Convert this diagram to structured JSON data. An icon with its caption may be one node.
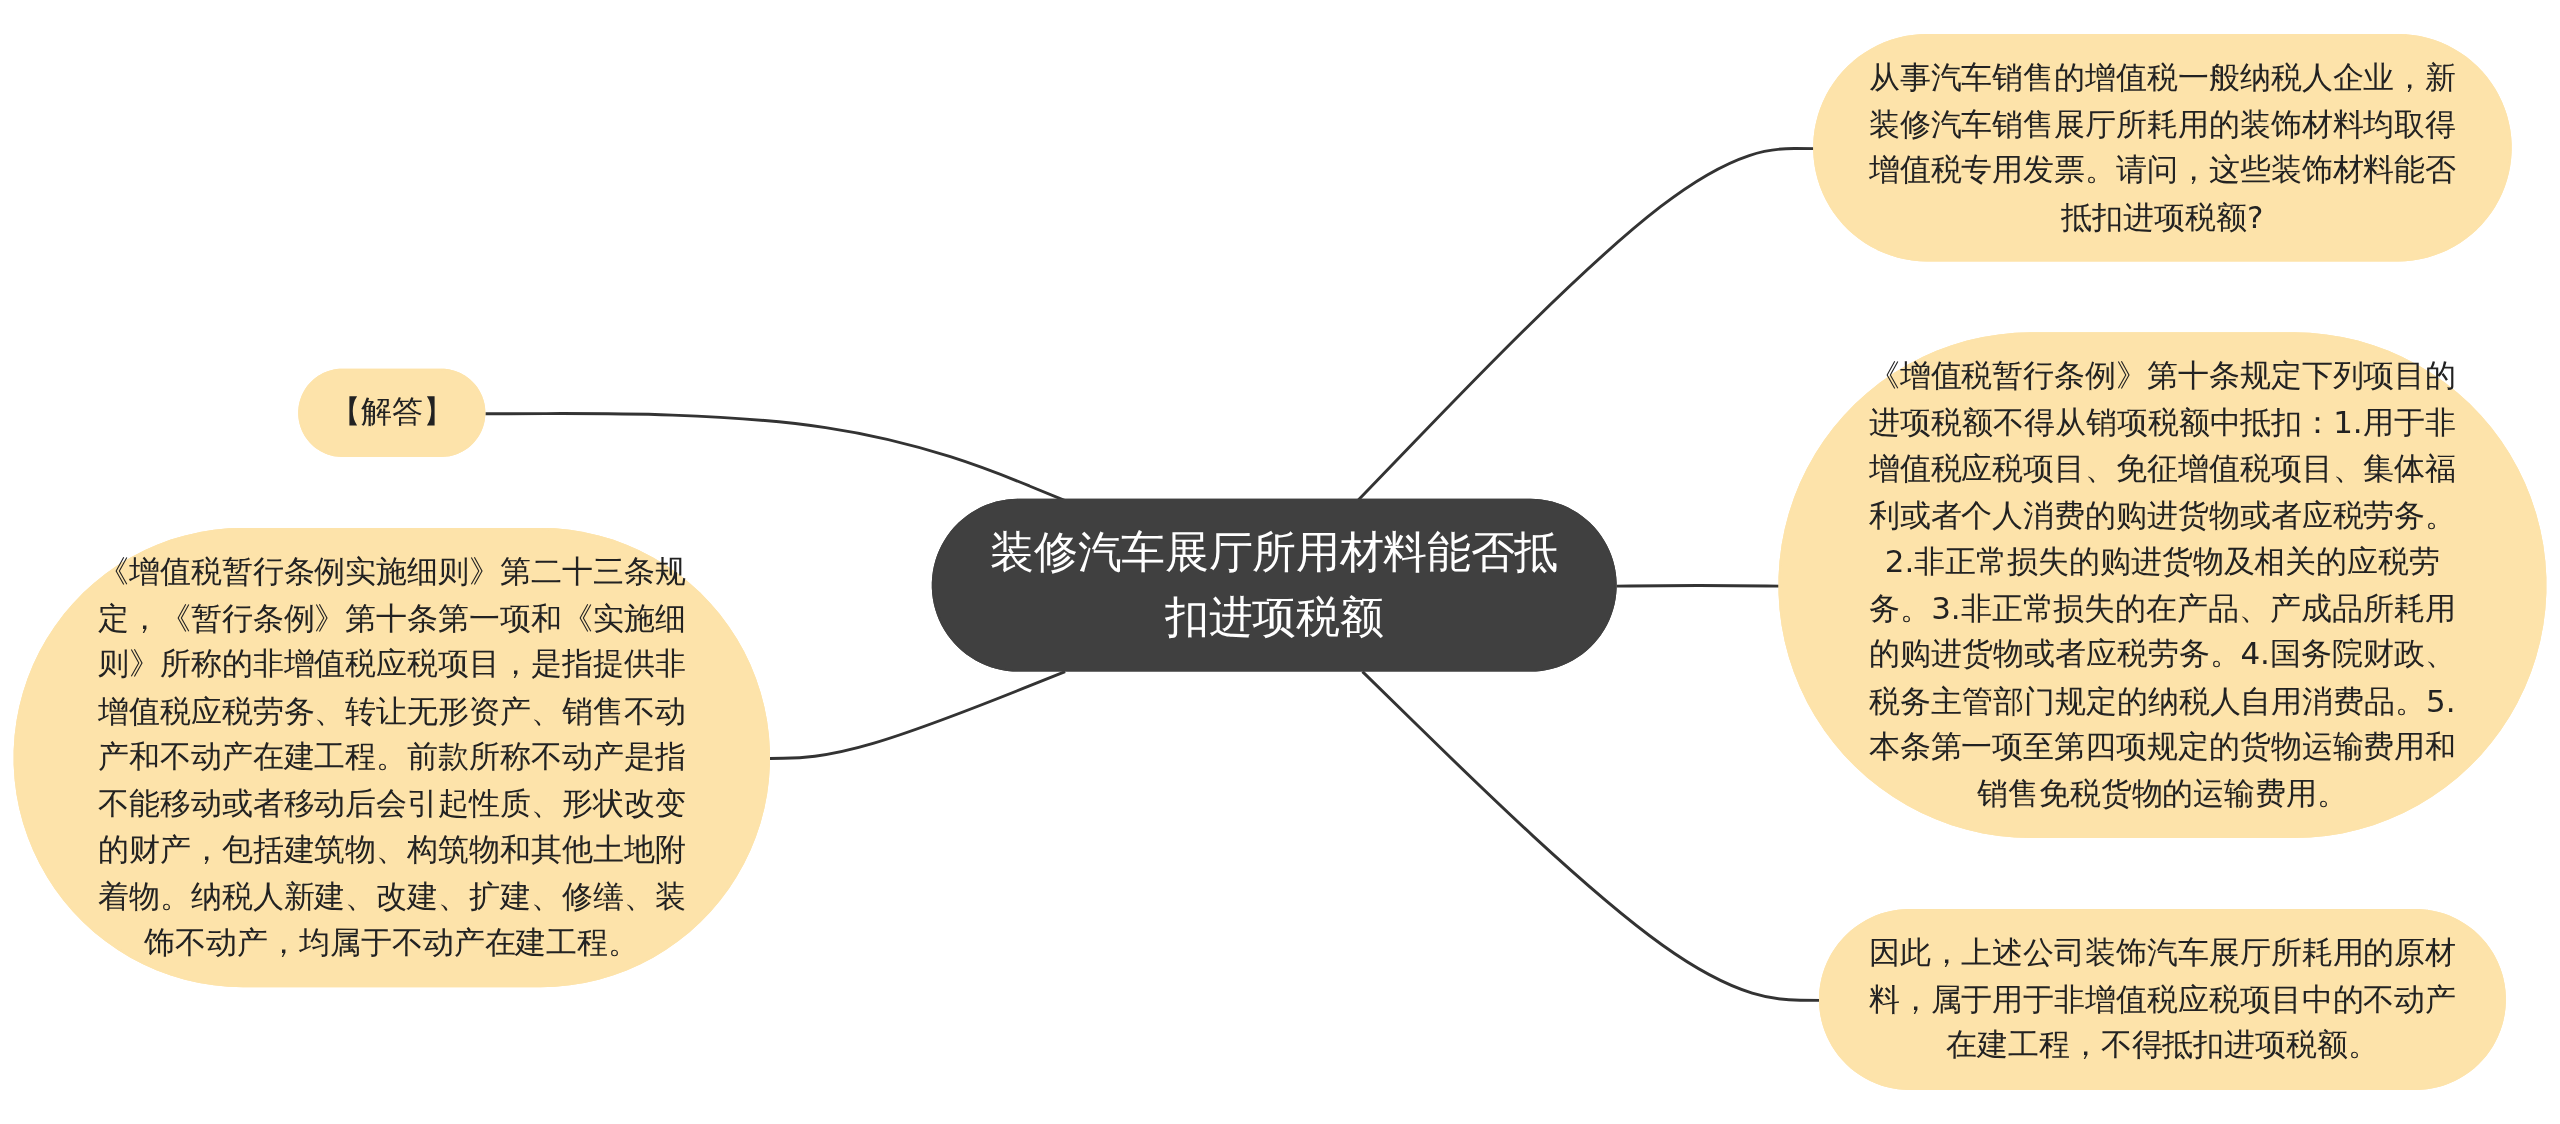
{
  "diagram": {
    "nodes": [
      {
        "text": [
          "装修汽车展厅所用材料能否抵扣进项税额"
        ]
      },
      {
        "text": [
          "【解答】"
        ]
      },
      {
        "text": [
          "《增值税暂行条例实施细则》第二十三条规定，《暂行条例》第十条第一项和《实施细则》所称的非增值税应税项目，是指提供非增值税应税劳务、转让无形资产、销售不动产和不动产在建工程。前款所称不动产是指不能移动或者移动后会引起性质、形状改变的财产，包括建筑物、构筑物和其他土地附着物。纳税人新建、改建、扩建、修缮、装饰不动产，均属于不动产在建工程。"
        ]
      },
      {
        "text": [
          "从事汽车销售的增值税一般纳税人企业，新装修汽车销售展厅所耗用的装饰材料均取得增值税专用发票。请问，这些装饰材料能否抵扣进项税额?"
        ]
      },
      {
        "text": [
          "《增值税暂行条例》第十条规定下列项目的进项税额不得从销项税额中抵扣：1.用于非增值税应税项目、免征增值税项目、集体福利或者个人消费的购进货物或者应税劳务。2.非正常损失的购进货物及相关的应税劳务。3.非正常损失的在产品、产成品所耗用的购进货物或者应税劳务。4.国务院财政、税务主管部门规定的纳税人自用消费品。5.本条第一项至第四项规定的货物运输费用和销售免税货物的运输费用。"
        ]
      },
      {
        "text": [
          "因此，上述公司装饰汽车展厅所耗用的原材料，属于用于非增值税应税项目中的不动产在建工程，不得抵扣进项税额。"
        ]
      }
    ],
    "edges": [
      {
        "from": 0,
        "to": 1,
        "arrow": "none"
      },
      {
        "from": 0,
        "to": 2,
        "arrow": "none"
      },
      {
        "from": 0,
        "to": 3,
        "arrow": "none"
      },
      {
        "from": 0,
        "to": 4,
        "arrow": "none"
      },
      {
        "from": 0,
        "to": 5,
        "arrow": "none"
      }
    ]
  }
}
